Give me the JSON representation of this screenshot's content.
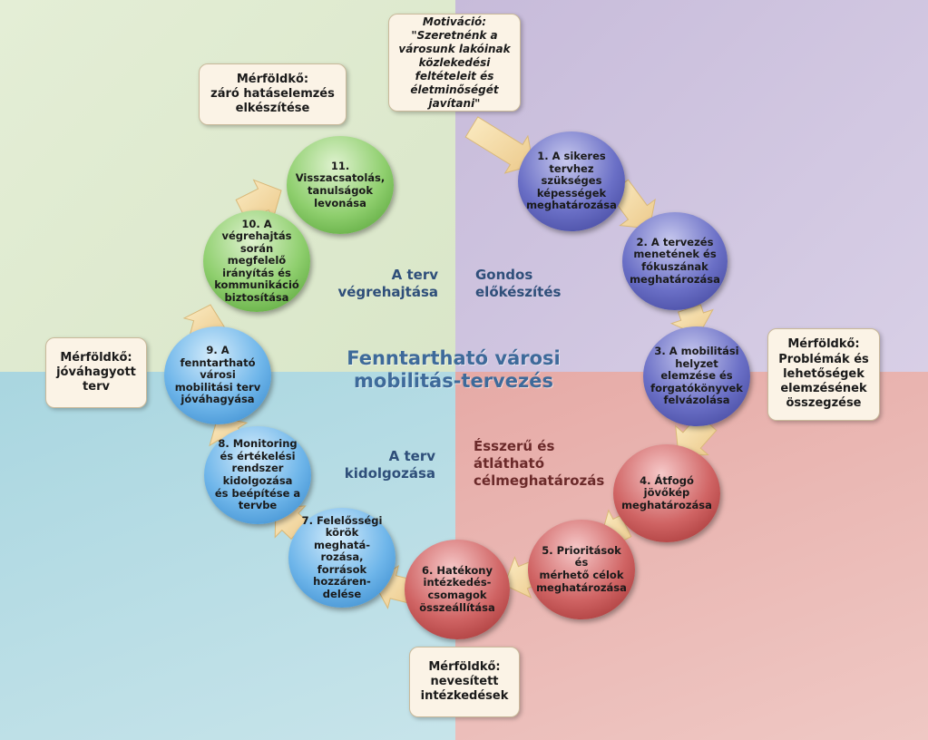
{
  "title_lines": [
    "Fenntartható városi",
    "mobilitás-tervezés"
  ],
  "phases": {
    "preparation": [
      "Gondos",
      "előkészítés"
    ],
    "goals": [
      "Ésszerű és",
      "átlátható",
      "célmeghatározás"
    ],
    "elaboration": [
      "A terv",
      "kidolgozása"
    ],
    "implementation": [
      "A terv",
      "végrehajtása"
    ]
  },
  "motivation": {
    "label": "Motiváció:",
    "lines": [
      "\"Szeretnénk a",
      "városunk lakóinak",
      "közlekedési",
      "feltételeit és",
      "életminőségét",
      "javítani\""
    ]
  },
  "milestones": [
    {
      "label": "Mérföldkő:",
      "lines": [
        "záró hatáselemzés",
        "elkészítése"
      ]
    },
    {
      "label": "Mérföldkő:",
      "lines": [
        "Problémák és",
        "lehetőségek",
        "elemzésének",
        "összegzése"
      ]
    },
    {
      "label": "Mérföldkő:",
      "lines": [
        "jóváhagyott",
        "terv"
      ]
    },
    {
      "label": "Mérföldkő:",
      "lines": [
        "nevesített",
        "intézkedések"
      ]
    }
  ],
  "steps": [
    {
      "lines": [
        "1. A sikeres",
        "tervhez",
        "szükséges",
        "képességek",
        "meghatározása"
      ]
    },
    {
      "lines": [
        "2. A tervezés",
        "menetének és",
        "fókuszának",
        "meghatározása"
      ]
    },
    {
      "lines": [
        "3. A mobilitási",
        "helyzet",
        "elemzése és",
        "forgatókönyvek",
        "felvázolása"
      ]
    },
    {
      "lines": [
        "4. Átfogó",
        "jövőkép",
        "meghatározása"
      ]
    },
    {
      "lines": [
        "5. Prioritások és",
        "mérhető célok",
        "meghatározása"
      ]
    },
    {
      "lines": [
        "6. Hatékony",
        "intézkedés-",
        "csomagok",
        "összeállítása"
      ]
    },
    {
      "lines": [
        "7. Felelősségi",
        "körök meghatá-",
        "rozása, források",
        "hozzáren-",
        "delése"
      ]
    },
    {
      "lines": [
        "8. Monitoring",
        "és értékelési",
        "rendszer",
        "kidolgozása",
        "és beépítése a",
        "tervbe"
      ]
    },
    {
      "lines": [
        "9. A",
        "fenntartható",
        "városi",
        "mobilitási terv",
        "jóváhagyása"
      ]
    },
    {
      "lines": [
        "10. A",
        "végrehajtás",
        "során megfelelő",
        "irányítás és",
        "kommunikáció",
        "biztosítása"
      ]
    },
    {
      "lines": [
        "11.",
        "Visszacsatolás,",
        "tanulságok",
        "levonása"
      ]
    }
  ],
  "colors": {
    "purple": "#5a5fb8",
    "red": "#c45454",
    "blue": "#4fa3e0",
    "green": "#7cc35a",
    "arrow": "#f5dfa8",
    "title": "#3e6a9a"
  }
}
